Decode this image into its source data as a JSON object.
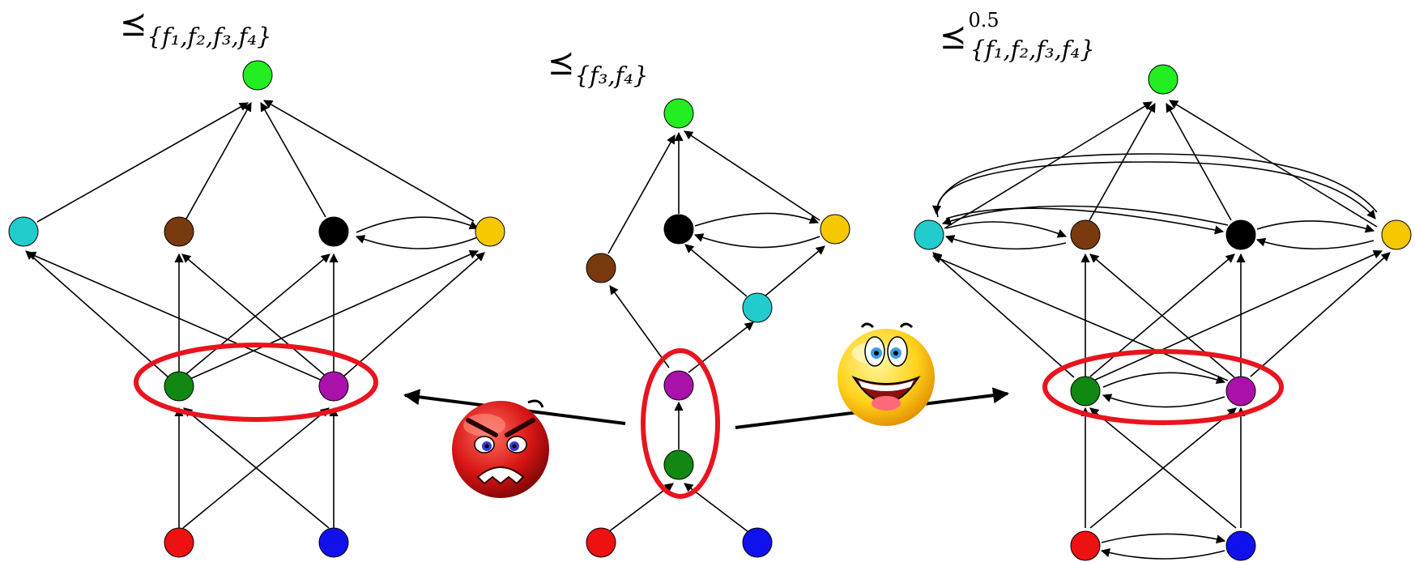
{
  "panels": [
    {
      "id": "left",
      "label": {
        "rel": "⪯",
        "sub": "{f₁,f₂,f₃,f₄}",
        "sup": ""
      },
      "nodes": [
        {
          "id": "green_top",
          "color": "#22ee22"
        },
        {
          "id": "cyan",
          "color": "#22cccc"
        },
        {
          "id": "brown",
          "color": "#7a3a10"
        },
        {
          "id": "black",
          "color": "#000000"
        },
        {
          "id": "yellow",
          "color": "#f5c800"
        },
        {
          "id": "dkgreen",
          "color": "#118811"
        },
        {
          "id": "purple",
          "color": "#aa11aa"
        },
        {
          "id": "red",
          "color": "#ee1111"
        },
        {
          "id": "blue",
          "color": "#1111ee"
        }
      ]
    },
    {
      "id": "middle",
      "label": {
        "rel": "⪯",
        "sub": "{f₃,f₄}",
        "sup": ""
      },
      "nodes": [
        {
          "id": "green_top",
          "color": "#22ee22"
        },
        {
          "id": "black",
          "color": "#000000"
        },
        {
          "id": "yellow",
          "color": "#f5c800"
        },
        {
          "id": "brown",
          "color": "#7a3a10"
        },
        {
          "id": "cyan",
          "color": "#22cccc"
        },
        {
          "id": "purple",
          "color": "#aa11aa"
        },
        {
          "id": "dkgreen",
          "color": "#118811"
        },
        {
          "id": "red",
          "color": "#ee1111"
        },
        {
          "id": "blue",
          "color": "#1111ee"
        }
      ]
    },
    {
      "id": "right",
      "label": {
        "rel": "⪯",
        "sub": "{f₁,f₂,f₃,f₄}",
        "sup": "0.5"
      },
      "nodes": [
        {
          "id": "green_top",
          "color": "#22ee22"
        },
        {
          "id": "cyan",
          "color": "#22cccc"
        },
        {
          "id": "brown",
          "color": "#7a3a10"
        },
        {
          "id": "black",
          "color": "#000000"
        },
        {
          "id": "yellow",
          "color": "#f5c800"
        },
        {
          "id": "dkgreen",
          "color": "#118811"
        },
        {
          "id": "purple",
          "color": "#aa11aa"
        },
        {
          "id": "red",
          "color": "#ee1111"
        },
        {
          "id": "blue",
          "color": "#1111ee"
        }
      ]
    }
  ],
  "highlight_color": "#e8141e",
  "faces": [
    {
      "id": "angry-face",
      "mood": "angry",
      "color": "#cc1111"
    },
    {
      "id": "happy-face",
      "mood": "happy",
      "color": "#ffd21a"
    }
  ]
}
